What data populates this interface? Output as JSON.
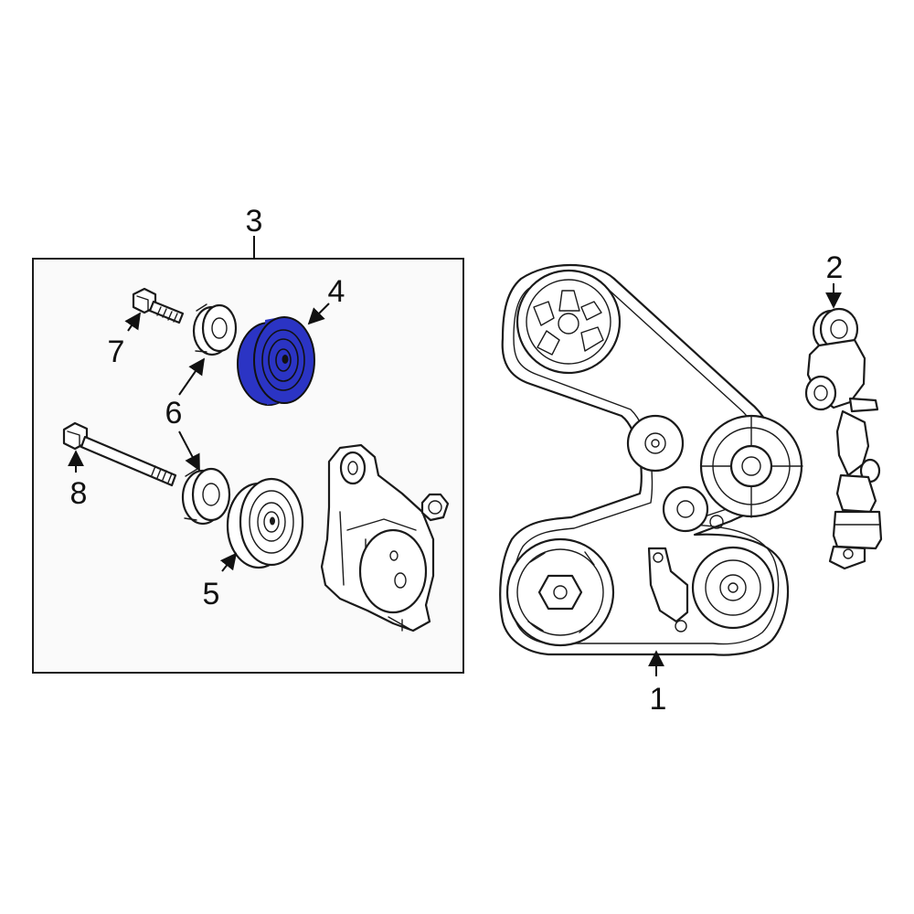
{
  "callouts": {
    "c1": "1",
    "c2": "2",
    "c3": "3",
    "c4": "4",
    "c5": "5",
    "c6": "6",
    "c7": "7",
    "c8": "8"
  },
  "colors": {
    "highlight": "#2b34c4",
    "line": "#1a1a1a",
    "box_fill": "#fafafa",
    "background": "#ffffff"
  }
}
